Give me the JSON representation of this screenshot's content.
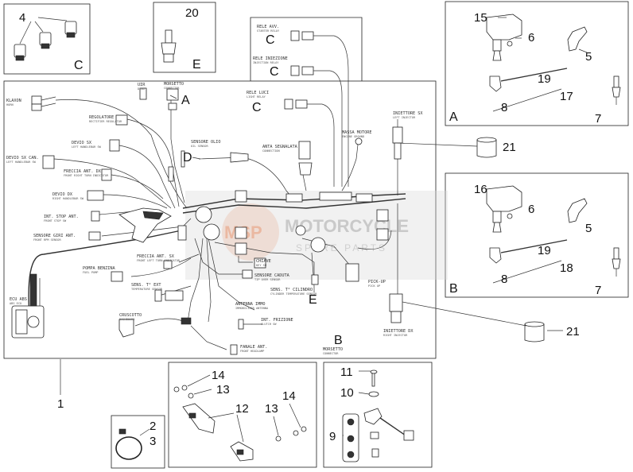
{
  "callouts": {
    "n1": "1",
    "n2": "2",
    "n3": "3",
    "n4": "4",
    "n5a": "5",
    "n5b": "5",
    "n6a": "6",
    "n6b": "6",
    "n7a": "7",
    "n7b": "7",
    "n8a": "8",
    "n8b": "8",
    "n9": "9",
    "n10": "10",
    "n11": "11",
    "n12": "12",
    "n13a": "13",
    "n13b": "13",
    "n14a": "14",
    "n14b": "14",
    "n15": "15",
    "n16": "16",
    "n17": "17",
    "n18": "18",
    "n19a": "19",
    "n19b": "19",
    "n20": "20",
    "n21a": "21",
    "n21b": "21"
  },
  "letters": {
    "a_main": "A",
    "a_box": "A",
    "b_main": "B",
    "b_box": "B",
    "c_box": "C",
    "c1": "C",
    "c2": "C",
    "c3": "C",
    "d_main": "D",
    "e_box": "E",
    "e_main": "E"
  },
  "labels": {
    "klaxon": "KLAXON",
    "klaxon_sub": "HORN",
    "regolatore": "REGOLATORE",
    "regolatore_sub": "RECTIFIER REGULATOR",
    "devio_sx": "DEVIO SX",
    "devio_sx_sub": "LEFT HANDLEBAR SW",
    "devio_sx_can": "DEVIO SX CAN.",
    "devio_sx_can_sub": "LEFT HANDLEBAR SW",
    "freccia_ant_dx": "FRECCIA ANT. DX",
    "freccia_ant_dx_sub": "FRONT RIGHT TURN INDICATOR",
    "devio_dx": "DEVIO DX",
    "devio_dx_sub": "RIGHT HANDLEBAR SW",
    "int_stop_ant": "INT. STOP ANT.",
    "int_stop_ant_sub": "FRONT STOP SW",
    "sensore_giri_ant": "SENSORE GIRI ANT.",
    "sensore_giri_ant_sub": "FRONT RPM SENSOR",
    "ecu_abs": "ECU ABS",
    "ecu_abs_sub": "ABS ECU",
    "uir": "UIR",
    "uir_sub": "DIAG",
    "morsetto": "MORSETTO",
    "morsetto_sub": "CONNECTOR",
    "sensore_olio": "SENSORE OLIO",
    "sensore_olio_sub": "OIL SENSOR",
    "anta_segnalata": "ANTA SEGNALATA",
    "anta_segnalata_sub": "CONNECTION",
    "massa_motore": "MASSA MOTORE",
    "massa_motore_sub": "ENGINE GROUND",
    "iniettore_sx": "INIETTORE SX",
    "iniettore_sx_sub": "LEFT INJECTOR",
    "rele_avv": "RELE AVV.",
    "rele_avv_sub": "STARTER RELAY",
    "rele_iniezione": "RELE INIEZIONE",
    "rele_iniezione_sub": "INJECTION RELAY",
    "rele_luci": "RELE LUCI",
    "rele_luci_sub": "LIGHT RELAY",
    "freccia_ant_sx": "FRECCIA ANT. SX",
    "freccia_ant_sx_sub": "FRONT LEFT TURN INDICATOR",
    "pompa_benzina": "POMPA BENZINA",
    "pompa_benzina_sub": "FUEL PUMP",
    "sens_t_ext": "SENS. T° EXT",
    "sens_t_ext_sub": "TEMPERATURE SENSOR",
    "cruscotto": "CRUSCOTTO",
    "cruscotto_sub": "DASHBOARD",
    "antenna_immo": "ANTENNA IMMO",
    "antenna_immo_sub": "IMMOBILIZER ANTENNA",
    "int_frizione": "INT. FRIZIONE",
    "int_frizione_sub": "CLUTCH SW",
    "fanale_ant": "FANALE ANT.",
    "fanale_ant_sub": "FRONT HEADLAMP",
    "chiave": "CHIAVE",
    "chiave_sub": "KEY SW",
    "sensore_caduta": "SENSORE CADUTA",
    "sensore_caduta_sub": "TIP OVER SENSOR",
    "sens_t_cilindro": "SENS. T° CILINDRO",
    "sens_t_cilindro_sub": "CYLINDER TEMPERATURE SENSOR",
    "pick_up": "PICK-UP",
    "pick_up_sub": "PICK UP",
    "iniettore_dx": "INIETTORE DX",
    "iniettore_dx_sub": "RIGHT INJECTOR",
    "morsetto_b": "MORSETTO",
    "morsetto_b_sub": "CONNECTOR"
  },
  "watermark": {
    "main": "MOTORCYCLE",
    "sub": "SPARE PARTS",
    "logo": "MSP"
  }
}
